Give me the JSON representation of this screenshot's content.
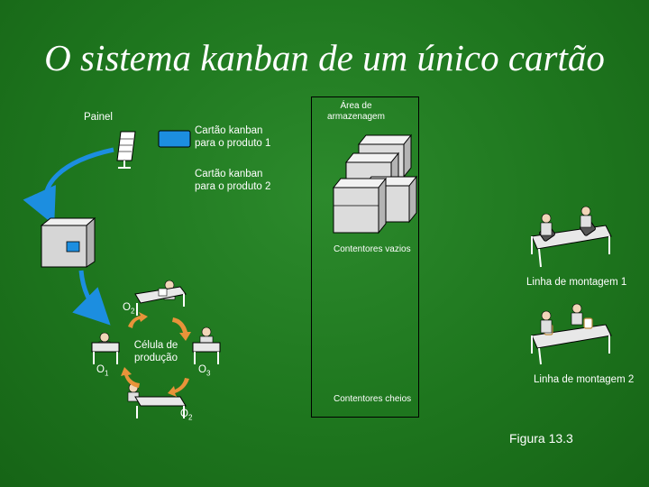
{
  "slide": {
    "title": "O sistema kanban de um único cartão",
    "panel_label": "Painel",
    "card1_label": [
      "Cartão kanban",
      "para o produto 1"
    ],
    "card2_label": [
      "Cartão kanban",
      "para o produto 2"
    ],
    "storage_label": [
      "Área de",
      "armazenagem"
    ],
    "empty_containers_label": "Contentores vazios",
    "full_containers_label": "Contentores cheios",
    "line1_label": "Linha de montagem 1",
    "line2_label": "Linha de montagem 2",
    "cell_label": [
      "Célula de",
      "produção"
    ],
    "ops": [
      {
        "base": "O",
        "sub": "2"
      },
      {
        "base": "O",
        "sub": "1"
      },
      {
        "base": "O",
        "sub": "3"
      },
      {
        "base": "O",
        "sub": "2"
      }
    ],
    "figure_label": "Figura 13.3"
  },
  "colors": {
    "background": "#1e761e",
    "arrow_blue": "#1c8ee0",
    "cycle_arrow": "#e8933a",
    "kanban_card": "#1c8ee0",
    "text": "#ffffff"
  },
  "icons": [
    "kanban-panel-icon",
    "kanban-card-icon",
    "machine-icon",
    "container-stack-icon",
    "worker-icon",
    "assembly-table-icon"
  ]
}
